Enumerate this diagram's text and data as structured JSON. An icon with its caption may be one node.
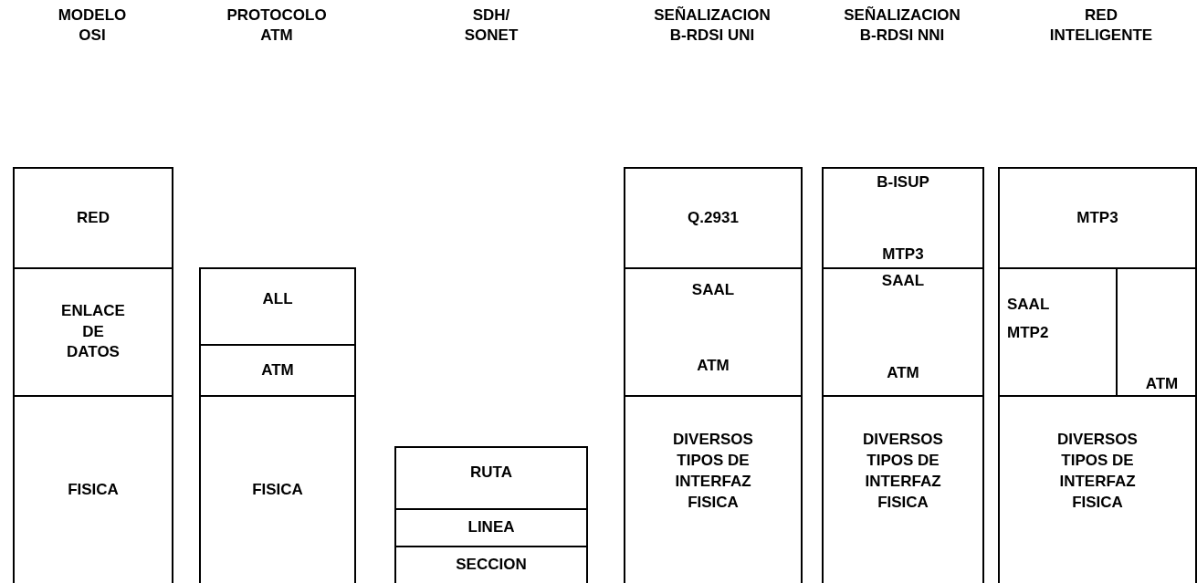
{
  "diagram": {
    "nodes": [
      {
        "text": [
          "RED"
        ]
      },
      {
        "text": [
          "ENLACE DE DATOS"
        ]
      },
      {
        "text": [
          "FISICA"
        ]
      },
      {
        "text": [
          "ALL"
        ]
      },
      {
        "text": [
          "ATM"
        ]
      },
      {
        "text": [
          "FISICA"
        ]
      },
      {
        "text": [
          "RUTA"
        ]
      },
      {
        "text": [
          "LINEA"
        ]
      },
      {
        "text": [
          "SECCION"
        ]
      },
      {
        "text": [
          "Q.2931"
        ]
      },
      {
        "text": [
          "SAAL",
          "ATM"
        ]
      },
      {
        "text": [
          "DIVERSOS TIPOS DE INTERFAZ FISICA"
        ]
      },
      {
        "text": [
          "B-ISUP",
          "MTP3"
        ]
      },
      {
        "text": [
          "SAAL",
          "ATM"
        ]
      },
      {
        "text": [
          "DIVERSOS TIPOS DE INTERFAZ FISICA"
        ]
      },
      {
        "text": [
          "MTP3"
        ]
      },
      {
        "text": [
          "SAAL",
          "MTP2"
        ]
      },
      {
        "text": [
          "ATM"
        ]
      },
      {
        "text": [
          "DIVERSOS TIPOS DE INTERFAZ FISICA"
        ]
      }
    ],
    "labels": [
      "MODELO OSI",
      "PROTOCOLO ATM",
      "SDH/ SONET",
      "SEÑALIZACION B-RDSI UNI",
      "SEÑALIZACION B-RDSI NNI",
      "RED INTELIGENTE"
    ]
  }
}
